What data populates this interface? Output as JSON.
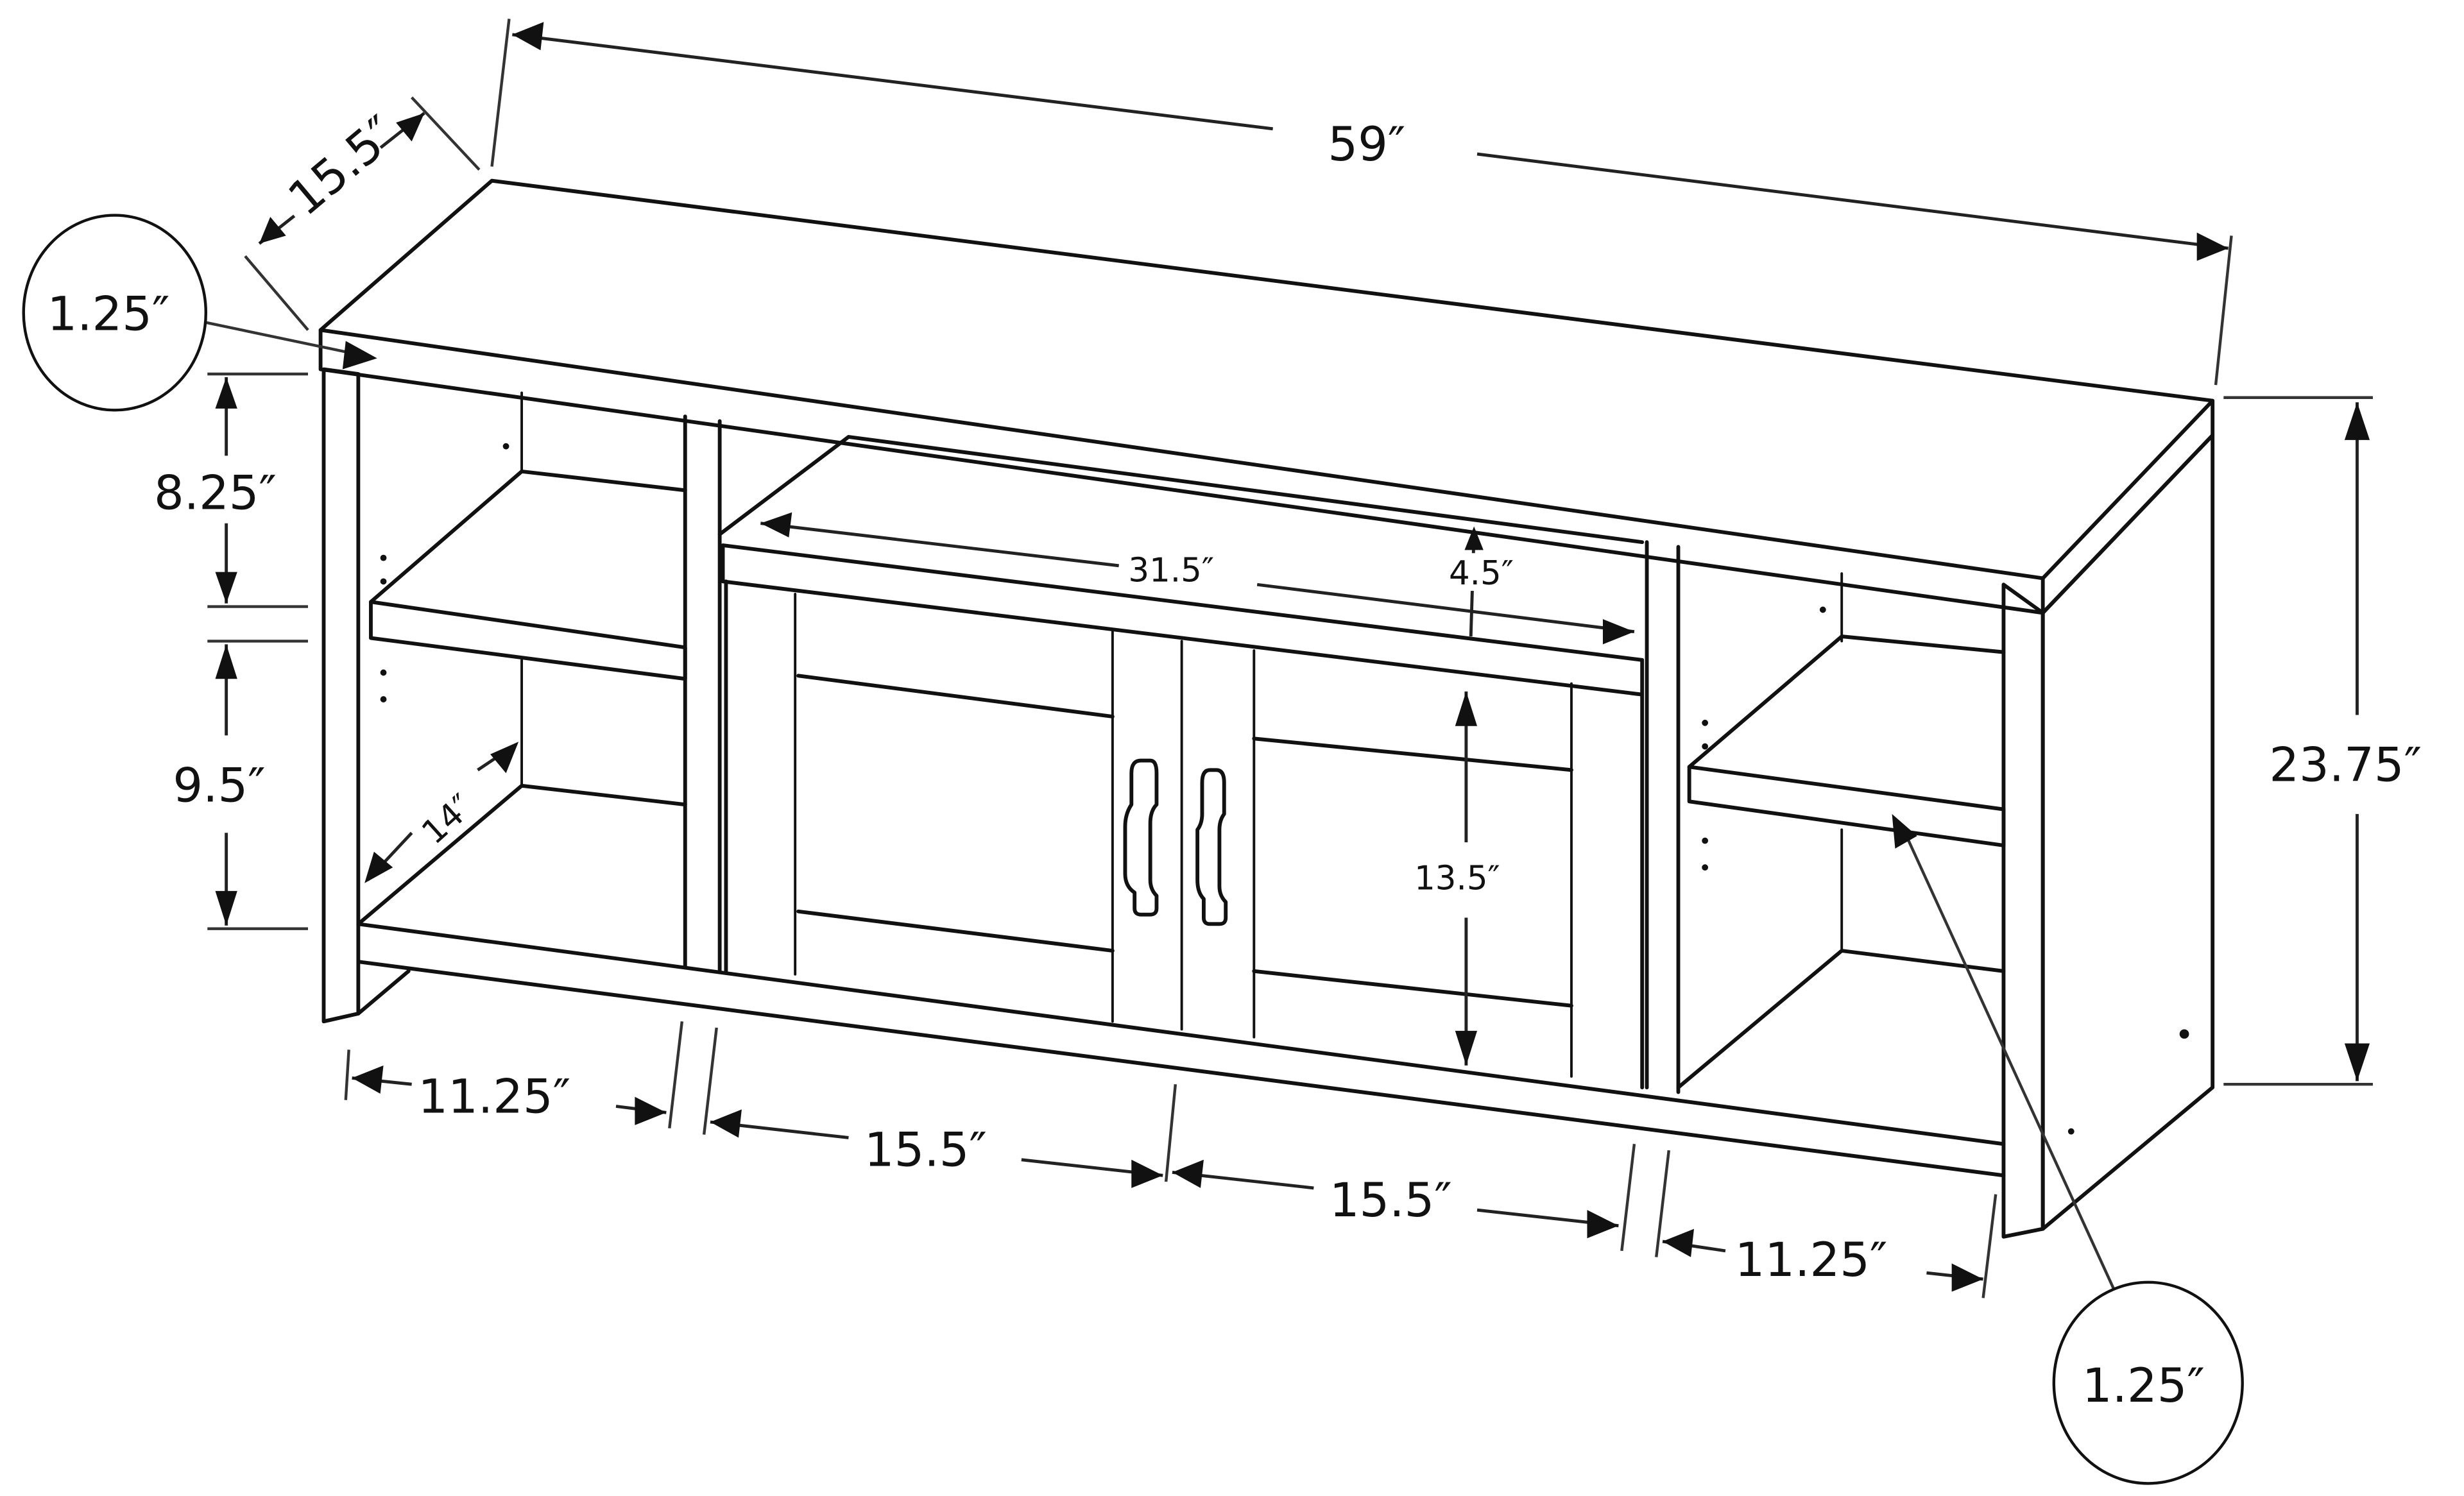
{
  "diagram": {
    "type": "furniture-dimension-drawing",
    "subject": "TV stand / media console with two center doors and open side shelves",
    "colors": {
      "line": "#111111",
      "background": "#ffffff"
    },
    "dimensions": {
      "overall_width": "59″",
      "overall_depth": "15.5″",
      "overall_height": "23.75″",
      "top_thickness_callout": "1.25″",
      "side_thickness_callout": "1.25″",
      "left_upper_opening_height": "8.25″",
      "left_lower_opening_height": "9.5″",
      "shelf_depth": "14″",
      "center_opening_width": "31.5″",
      "center_opening_height": "4.5″",
      "door_height": "13.5″",
      "left_bay_width": "11.25″",
      "left_door_width": "15.5″",
      "right_door_width": "15.5″",
      "right_bay_width": "11.25″"
    }
  }
}
